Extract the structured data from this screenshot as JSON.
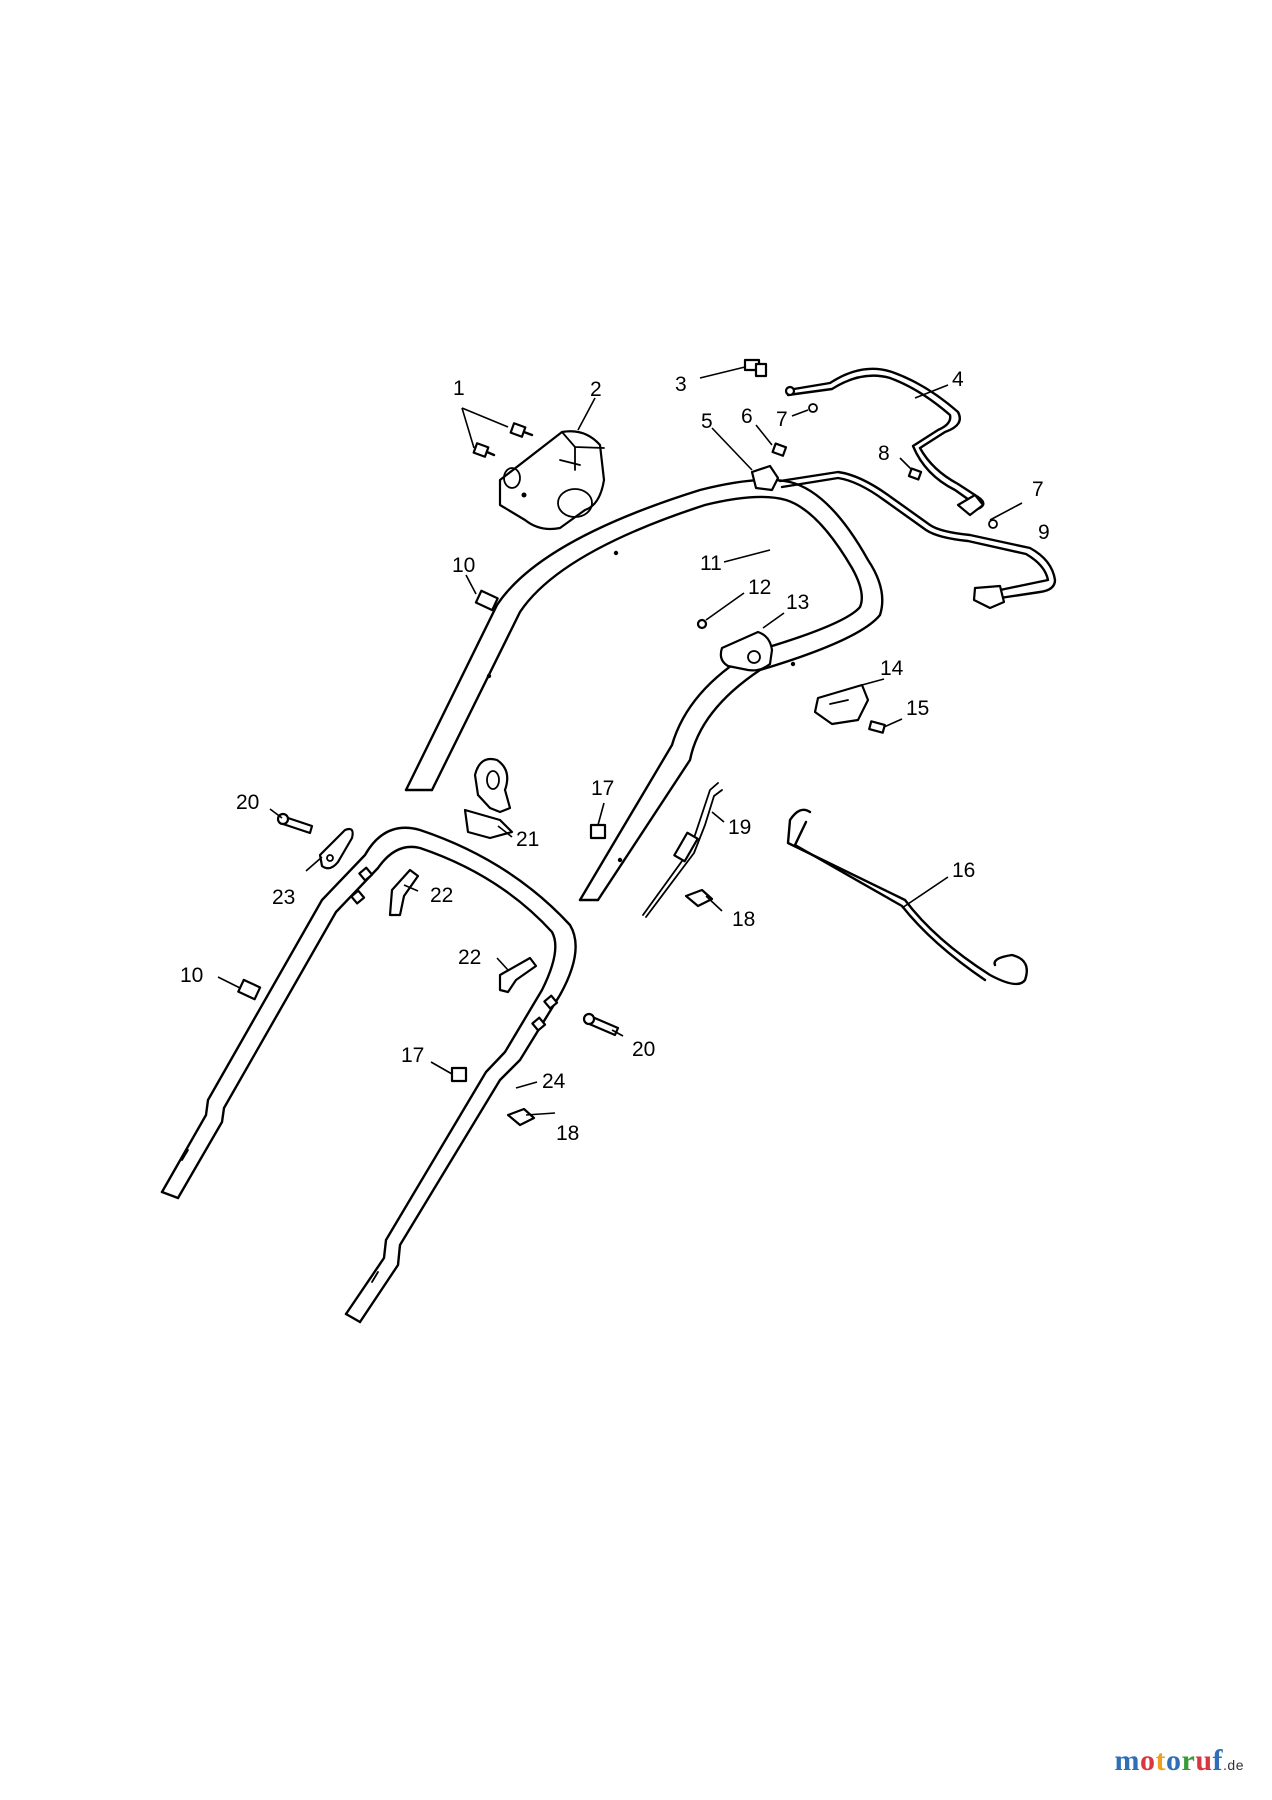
{
  "diagram": {
    "parts": [
      {
        "id": "part-1",
        "label": "1"
      },
      {
        "id": "part-2",
        "label": "2"
      },
      {
        "id": "part-3",
        "label": "3"
      },
      {
        "id": "part-4",
        "label": "4"
      },
      {
        "id": "part-5",
        "label": "5"
      },
      {
        "id": "part-6",
        "label": "6"
      },
      {
        "id": "part-7a",
        "label": "7"
      },
      {
        "id": "part-7b",
        "label": "7"
      },
      {
        "id": "part-8",
        "label": "8"
      },
      {
        "id": "part-9",
        "label": "9"
      },
      {
        "id": "part-10a",
        "label": "10"
      },
      {
        "id": "part-10b",
        "label": "10"
      },
      {
        "id": "part-11",
        "label": "11"
      },
      {
        "id": "part-12",
        "label": "12"
      },
      {
        "id": "part-13",
        "label": "13"
      },
      {
        "id": "part-14",
        "label": "14"
      },
      {
        "id": "part-15",
        "label": "15"
      },
      {
        "id": "part-16",
        "label": "16"
      },
      {
        "id": "part-17a",
        "label": "17"
      },
      {
        "id": "part-17b",
        "label": "17"
      },
      {
        "id": "part-18a",
        "label": "18"
      },
      {
        "id": "part-18b",
        "label": "18"
      },
      {
        "id": "part-19",
        "label": "19"
      },
      {
        "id": "part-20a",
        "label": "20"
      },
      {
        "id": "part-20b",
        "label": "20"
      },
      {
        "id": "part-21",
        "label": "21"
      },
      {
        "id": "part-22a",
        "label": "22"
      },
      {
        "id": "part-22b",
        "label": "22"
      },
      {
        "id": "part-23",
        "label": "23"
      },
      {
        "id": "part-24",
        "label": "24"
      }
    ]
  },
  "watermark": {
    "letters": [
      "m",
      "o",
      "t",
      "o",
      "r",
      "u",
      "f"
    ],
    "letter_colors": [
      "#2e6fb8",
      "#d9363e",
      "#f0a020",
      "#2e6fb8",
      "#3a9a3a",
      "#d9363e",
      "#2e6fb8"
    ],
    "suffix": ".de"
  }
}
